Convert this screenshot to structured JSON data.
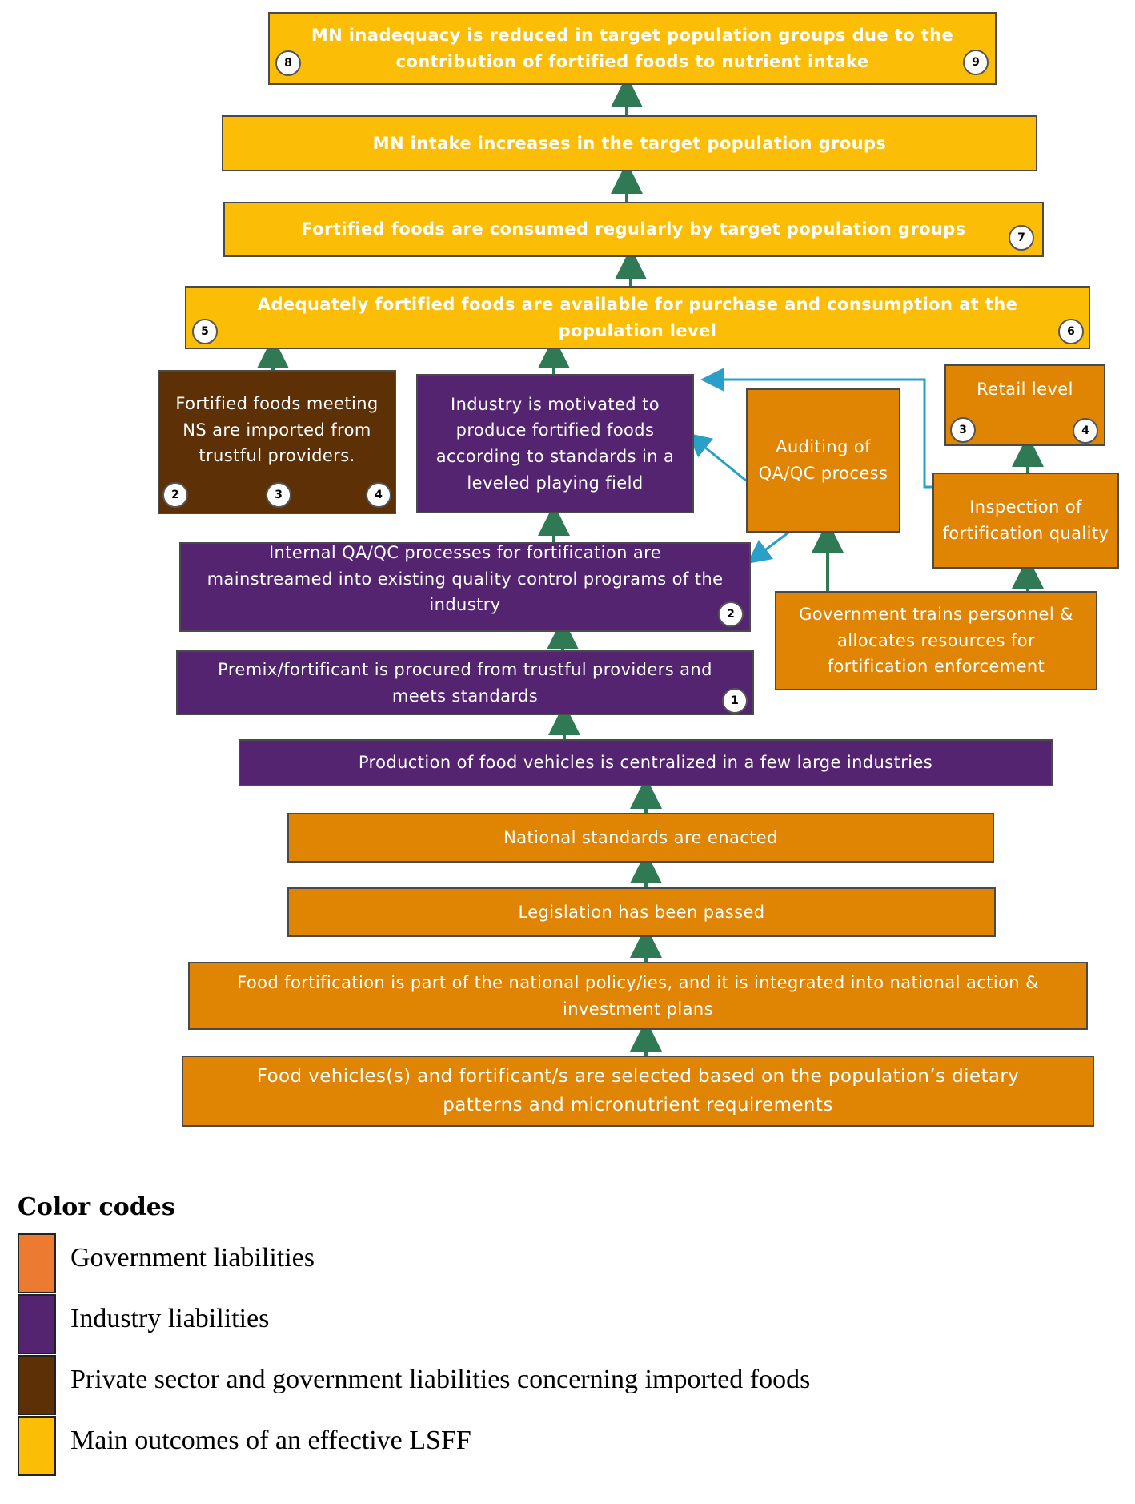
{
  "boxes": {
    "b9": "MN inadequacy is reduced in target population groups due to the contribution of fortified foods to nutrient intake",
    "b_intake": "MN intake increases in the target population groups",
    "b_consumed": "Fortified foods are consumed regularly by target population groups",
    "b_available": "Adequately fortified foods are available for purchase and consumption at the population level",
    "b_imported": "Fortified foods meeting NS are imported from trustful providers.",
    "b_motivated": "Industry is motivated to produce fortified foods according to standards in a leveled playing field",
    "b_auditing": "Auditing of QA/QC process",
    "b_retail": "Retail level",
    "b_inspection": "Inspection of fortification quality",
    "b_qaqc": "Internal QA/QC processes for fortification are mainstreamed into existing quality control programs of the industry",
    "b_gov_trains": "Government trains personnel & allocates resources for fortification enforcement",
    "b_premix": "Premix/fortificant is procured from trustful providers and meets standards",
    "b_production": "Production of food vehicles is centralized in a few large industries",
    "b_standards": "National standards are enacted",
    "b_legislation": "Legislation has been passed",
    "b_policy": "Food fortification is part of the national policy/ies, and it is integrated into national action & investment plans",
    "b_selected": "Food vehicles(s) and fortificant/s are selected based on the population’s dietary patterns and micronutrient requirements"
  },
  "badges": {
    "top_left": "8",
    "top_right": "9",
    "consumed": "7",
    "avail_left": "5",
    "avail_right": "6",
    "imp_1": "2",
    "imp_2": "3",
    "imp_3": "4",
    "retail_1": "3",
    "retail_2": "4",
    "qaqc": "2",
    "premix": "1"
  },
  "legend": {
    "title": "Color codes",
    "items": [
      {
        "label": "Government liabilities",
        "color": "#ec7a30"
      },
      {
        "label": "Industry liabilities",
        "color": "#552470"
      },
      {
        "label": "Private sector and government liabilities concerning imported foods",
        "color": "#5e3006"
      },
      {
        "label": "Main outcomes of an effective LSFF",
        "color": "#fbbd06"
      }
    ]
  },
  "colors": {
    "outcome": "#fbbd06",
    "industry": "#552470",
    "government": "#df8403",
    "imported": "#5e3006",
    "arrow_green": "#2f7a55",
    "arrow_blue": "#2a9fc7"
  }
}
